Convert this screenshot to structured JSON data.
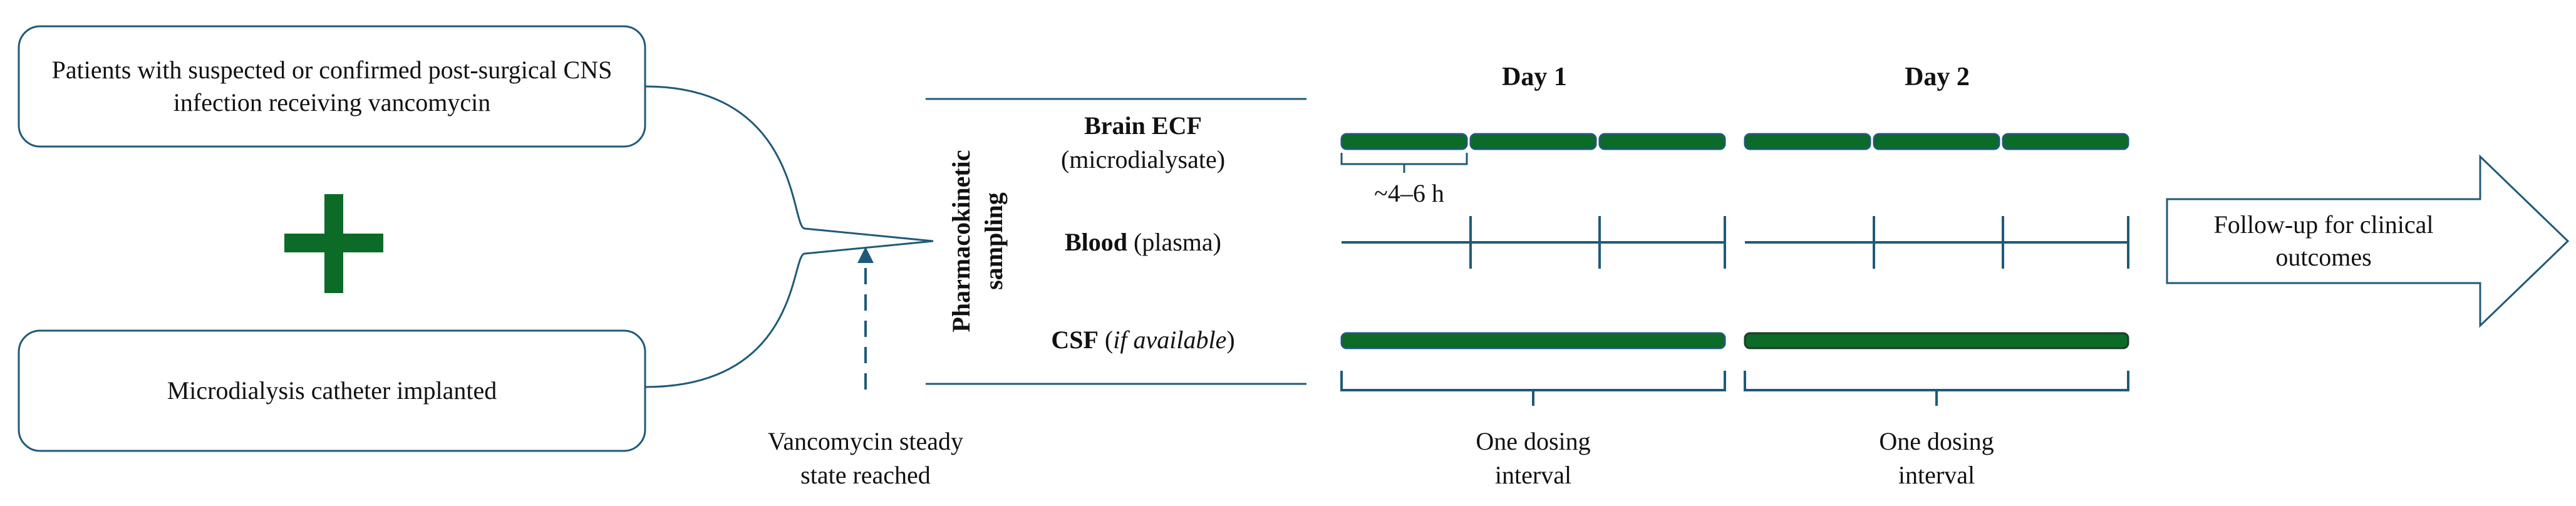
{
  "colors": {
    "teal": "#1F5A78",
    "green": "#0B6B27",
    "dark_outline": "#1F3A2A",
    "box_border": "#1F5A78"
  },
  "boxes": {
    "patients": "Patients with suspected or confirmed post-surgical CNS infection receiving vancomycin",
    "catheter": "Microdialysis catheter implanted"
  },
  "plus_icon": "plus-icon",
  "steady_state": [
    "Vancomycin steady",
    "state reached"
  ],
  "sampling_label": [
    "Pharmacokinetic",
    "sampling"
  ],
  "rows": {
    "brain": {
      "bold": "Brain ECF",
      "normal": "(microdialysate)"
    },
    "blood": {
      "bold": "Blood",
      "normal": " (plasma)"
    },
    "csf": {
      "bold": "CSF",
      "italic": "if available",
      "open": " (",
      "close": ")"
    }
  },
  "days": [
    "Day 1",
    "Day 2"
  ],
  "interval_note": "~4–6 h",
  "dosing_label": [
    "One dosing",
    "interval"
  ],
  "followup": "Follow-up for clinical outcomes"
}
